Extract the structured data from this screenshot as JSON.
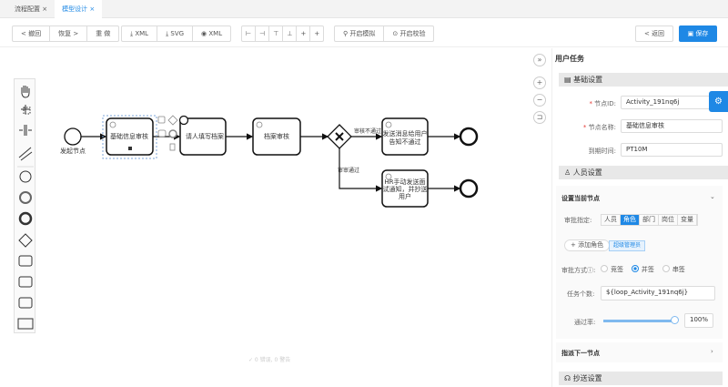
{
  "tabs": [
    {
      "label": "流程配置 ×"
    },
    {
      "label": "模型设计 ×"
    }
  ],
  "toolbar": {
    "undo": "< 撤回",
    "redo": "恢复 >",
    "redo_all": "重 做",
    "download_xml": "⤓ XML",
    "download_svg": "⤓ SVG",
    "preview_xml": "◉ XML",
    "align": [
      "⊢",
      "⊣",
      "⊤",
      "⊥",
      "+",
      "+"
    ],
    "simulate": "⚲ 开启模拟",
    "validate": "⊙ 开启校验",
    "back": "< 返回",
    "save": "▣ 保存"
  },
  "diagram": {
    "start": "发起节点",
    "task1": "基础信息审核",
    "task2": "请人填写档案",
    "task3": "档案审核",
    "flow_reject": "审核不通过",
    "flow_pass": "审审通过",
    "task4": [
      "发送消息给用户",
      "告知不通过"
    ],
    "task5": [
      "HR手动发送面",
      "试通知，并抄送",
      "用户"
    ]
  },
  "status": "✓ 0 错误, 0 警告",
  "panel": {
    "title": "用户任务",
    "basic": "基础设置",
    "node_id_label": "节点ID:",
    "node_id": "Activity_191nq6j",
    "node_name_label": "节点名称:",
    "node_name": "基础信息审核",
    "due_label": "到期时间:",
    "due": "PT10M",
    "people": "人员设置",
    "current": "设置当前节点",
    "assign_label": "审批指定:",
    "assign_options": [
      "人员",
      "角色",
      "部门",
      "岗位",
      "变量"
    ],
    "add_role": "+ 添加角色",
    "role_tag": "超级管理员",
    "method_label": "审批方式ⓘ:",
    "methods": [
      "竞签",
      "并签",
      "串签"
    ],
    "task_count_label": "任务个数:",
    "task_count": "${loop_Activity_191nq6j}",
    "pass_rate_label": "通过率:",
    "pass_rate": "100%",
    "pass_rate_value": 100,
    "next": "指派下一节点",
    "cc": "抄送设置"
  },
  "colors": {
    "accent": "#1e88e5"
  }
}
